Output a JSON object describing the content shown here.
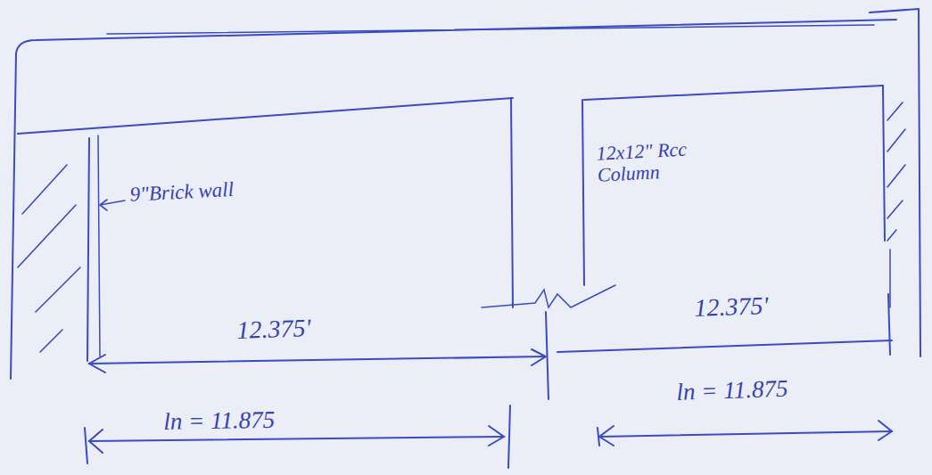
{
  "diagram": {
    "labels": [
      "9\"Brick wall",
      "12x12\" Rcc Column",
      "12.375'",
      "12.375'",
      "ln = 11.875",
      "ln = 11.875"
    ]
  }
}
